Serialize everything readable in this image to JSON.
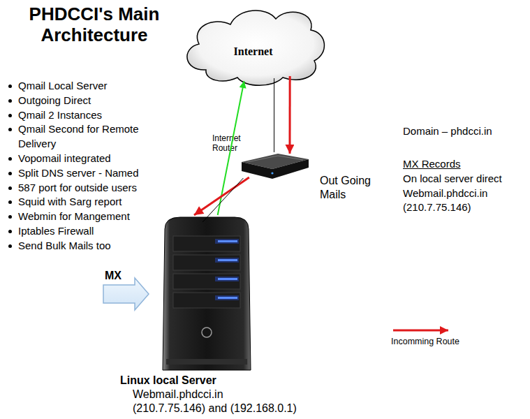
{
  "diagram": {
    "title": "PHDCCI's Main Architecture",
    "nodes": [
      {
        "text": [
          "Internet"
        ]
      },
      {
        "text": [
          "Internet Router"
        ]
      },
      {
        "text": [
          "Linux local Server",
          "Webmail.phdcci.in",
          "(210.7.75.146) and (192.168.0.1)"
        ]
      }
    ],
    "edges": [
      {
        "from": 2,
        "to": 0,
        "arrow": "to"
      },
      {
        "from": 0,
        "to": 1,
        "arrow": "none"
      },
      {
        "from": 0,
        "to": 1,
        "arrow": "to"
      },
      {
        "from": 1,
        "to": 2,
        "arrow": "to"
      },
      {
        "from": 1,
        "to": 2,
        "arrow": "none"
      }
    ],
    "labels": [
      "Qmail Local Server",
      "Outgoing Direct",
      "Qmail 2 Instances",
      "Qmail Second for Remote Delivery",
      "Vopomail integrated",
      "Split DNS server - Named",
      "587 port for outside users",
      "Squid with Sarg report",
      "Webmin for Mangement",
      "Iptables Firewall",
      "Send Bulk Mails too",
      "MX",
      "Domain – phdcci.in",
      "MX Records",
      "On local server direct Webmail.phdcci.in (210.7.75.146)",
      "Out Going Mails"
    ],
    "legend": [
      {
        "text": "Incomming Route"
      }
    ]
  }
}
